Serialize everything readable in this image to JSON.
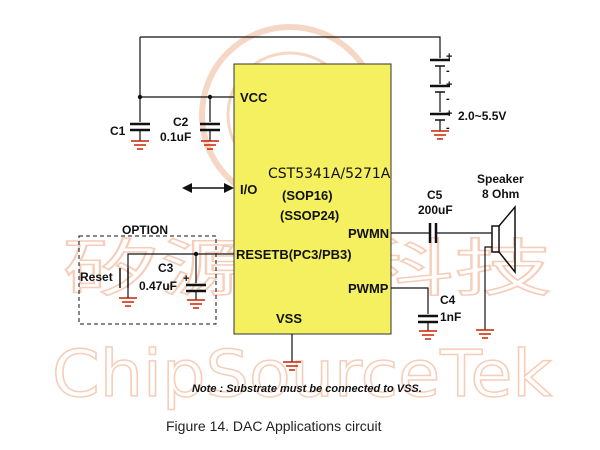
{
  "watermark": {
    "brand_text": "ChipSourceTek",
    "chinese_text": "矽源特科技"
  },
  "chip": {
    "name": "CST5341A/5271A",
    "package_1": "(SOP16)",
    "package_2": "(SSOP24)",
    "pins": {
      "vcc": "VCC",
      "io": "I/O",
      "resetb": "RESETB(PC3/PB3)",
      "vss": "VSS",
      "pwmn": "PWMN",
      "pwmp": "PWMP"
    },
    "color": "#f4f060"
  },
  "supply": {
    "voltage": "2.0~5.5V"
  },
  "components": {
    "c1": "C1",
    "c2": "C2",
    "c2_value": "0.1uF",
    "c3": "C3",
    "c3_value": "0.47uF",
    "c4": "C4",
    "c4_value": "1nF",
    "c5": "C5",
    "c5_value": "200uF",
    "reset": "Reset",
    "speaker": "Speaker",
    "speaker_value": "8 Ohm"
  },
  "option_label": "OPTION",
  "note": "Note : Substrate must be connected to VSS.",
  "caption": "Figure 14.  DAC Applications circuit",
  "colors": {
    "ground": "#cc2200",
    "watermark": "#f6cdb8"
  },
  "icons": {
    "battery": "battery-stack-icon",
    "speaker": "speaker-icon",
    "io_arrow": "double-arrow-icon"
  }
}
